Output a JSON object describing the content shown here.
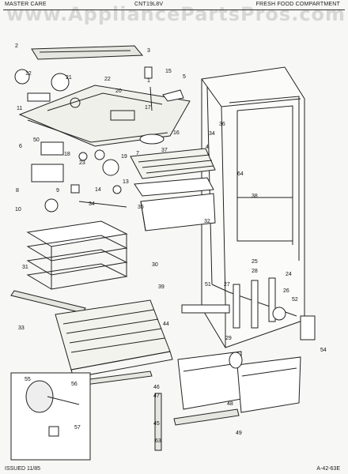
{
  "header": {
    "left": "MASTER CARE",
    "center": "CNT19L8V",
    "right": "FRESH FOOD COMPARTMENT"
  },
  "watermark": "www.AppliancePartsPros.com",
  "footer": {
    "left": "ISSUED 11/85",
    "right": "A-42-63E"
  },
  "callouts": [
    "2",
    "3",
    "1",
    "22",
    "15",
    "5",
    "12",
    "21",
    "20",
    "11",
    "17",
    "7",
    "16",
    "36",
    "34",
    "6",
    "50",
    "18",
    "23",
    "19",
    "4",
    "37",
    "64",
    "9",
    "8",
    "13",
    "14",
    "10",
    "34",
    "35",
    "38",
    "32",
    "31",
    "30",
    "39",
    "25",
    "28",
    "24",
    "27",
    "51",
    "26",
    "52",
    "33",
    "44",
    "29",
    "54",
    "55",
    "56",
    "46",
    "47",
    "48",
    "45",
    "57",
    "49",
    "63"
  ]
}
